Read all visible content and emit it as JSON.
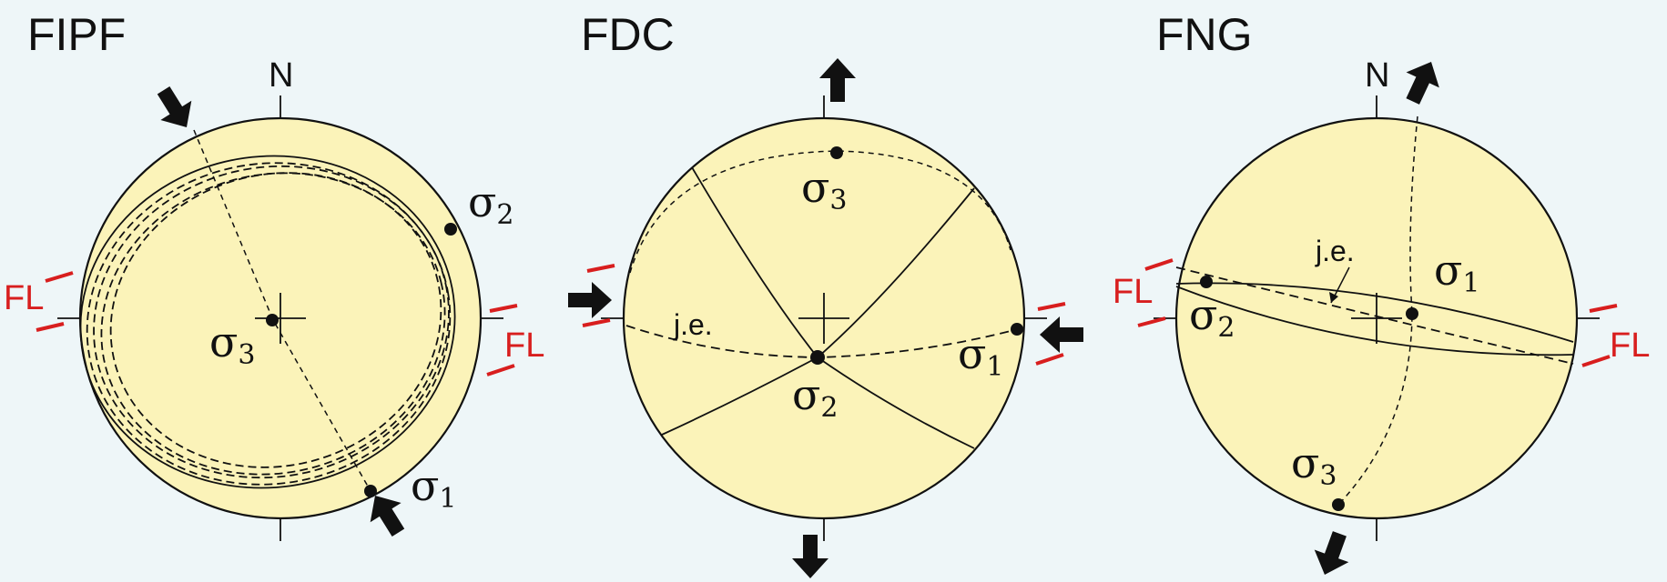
{
  "diagrams": [
    {
      "title": "FIPF",
      "north_label": "N",
      "fault_label_left": "FL",
      "fault_label_right": "FL",
      "sigma_labels": [
        {
          "symbol": "σ",
          "sub": "2"
        },
        {
          "symbol": "σ",
          "sub": "3"
        },
        {
          "symbol": "σ",
          "sub": "1"
        }
      ]
    },
    {
      "title": "FDC",
      "joint_label": "j.e.",
      "sigma_labels": [
        {
          "symbol": "σ",
          "sub": "3"
        },
        {
          "symbol": "σ",
          "sub": "2"
        },
        {
          "symbol": "σ",
          "sub": "1"
        }
      ]
    },
    {
      "title": "FNG",
      "north_label": "N",
      "joint_label": "j.e.",
      "fault_label_left": "FL",
      "fault_label_right": "FL",
      "sigma_labels": [
        {
          "symbol": "σ",
          "sub": "1"
        },
        {
          "symbol": "σ",
          "sub": "2"
        },
        {
          "symbol": "σ",
          "sub": "3"
        }
      ]
    }
  ],
  "colors": {
    "background": "#eef6f8",
    "stereonet_fill": "#fbf3b9",
    "line": "#111111",
    "fault_marks": "#d81e1e"
  }
}
